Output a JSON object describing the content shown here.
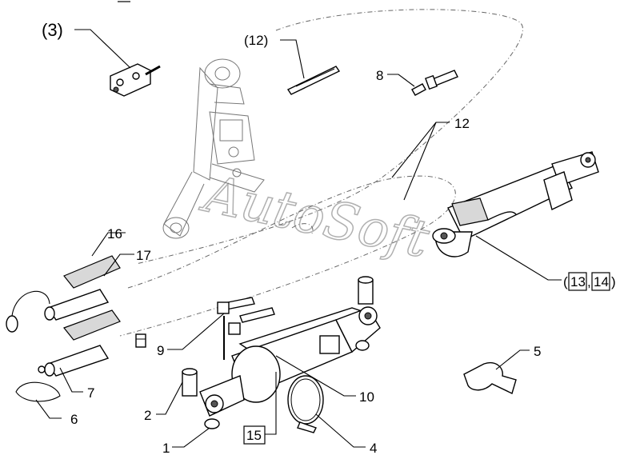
{
  "diagram": {
    "watermark": "AutoSoft",
    "callouts": {
      "c3": "(3)",
      "c12_paren": "(12)",
      "c8": "8",
      "c12": "12",
      "c16": "16",
      "c17": "17",
      "c13_open": "(",
      "c13": "13",
      "c13_comma": ",",
      "c14": "14",
      "c14_close": ")",
      "c9": "9",
      "c5": "5",
      "c7": "7",
      "c10": "10",
      "c6": "6",
      "c2": "2",
      "c15": "15",
      "c1": "1",
      "c4": "4"
    }
  }
}
